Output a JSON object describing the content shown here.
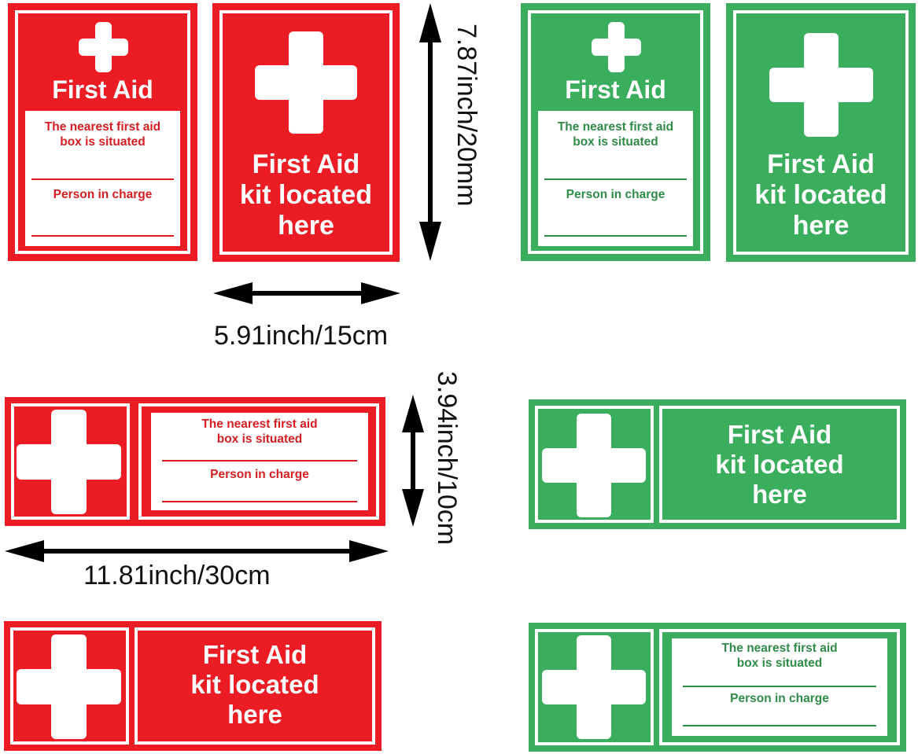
{
  "signs": {
    "title": "First Aid",
    "nearest": "The nearest first aid\nbox is situated",
    "person": "Person in charge",
    "kit": "First Aid\nkit located\nhere"
  },
  "dimensions": {
    "height_large": "7.87inch/20mm",
    "width_large": "5.91inch/15cm",
    "height_small": "3.94inch/10cm",
    "width_small": "11.81inch/30cm"
  },
  "colors": {
    "red": "#ec1c24",
    "green": "#3aae5c",
    "white": "#ffffff"
  }
}
